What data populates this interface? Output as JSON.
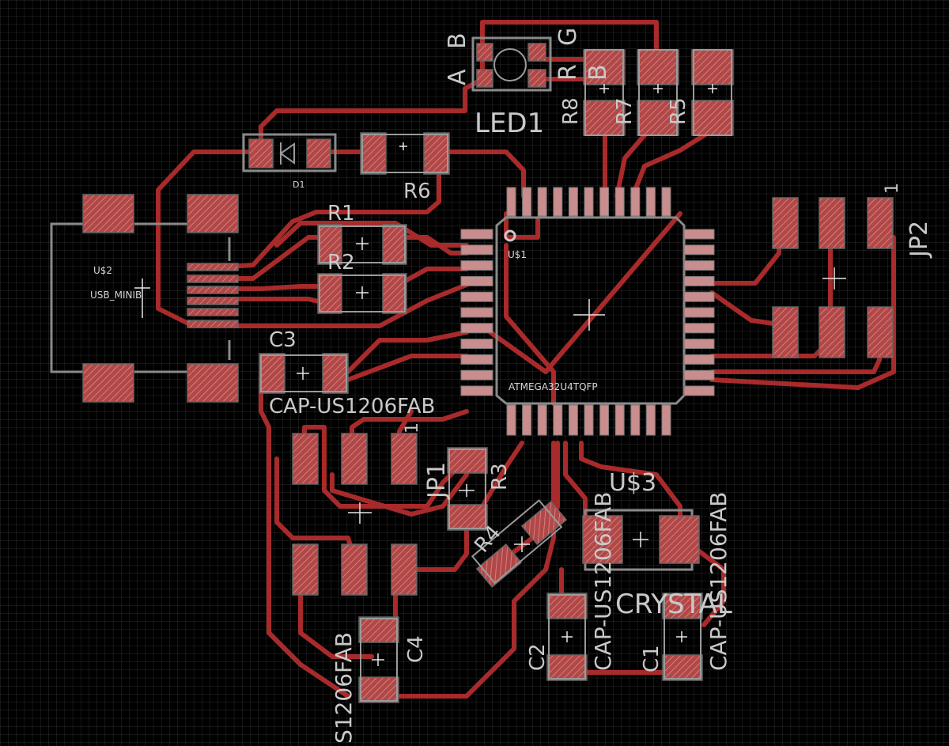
{
  "theme": {
    "background": "#000000",
    "grid_color": "#2c2c2c",
    "trace_color": "#a82a2a",
    "pad_color": "#c45a5a",
    "silk_color": "#c9c9c9"
  },
  "labels": {
    "a": "A",
    "b": "B",
    "r": "R",
    "g": "G",
    "led1": "LED1",
    "r8": "R8",
    "r7": "R7",
    "r5": "R5",
    "d1": "D1",
    "r6": "R6",
    "r1": "R1",
    "r2": "R2",
    "us1": "U$1",
    "us2": "U$2",
    "usb_minib": "USB_MINIB",
    "c3": "C3",
    "cap_us1206fab": "CAP-US1206FAB",
    "atmega": "ATMEGA32U4TQFP",
    "jp2": "JP2",
    "jp2_pin1": "1",
    "jp1": "JP1",
    "jp1_pin1": "1",
    "r3": "R3",
    "r4": "R4",
    "us3": "U$3",
    "crystal": "CRYSTAL",
    "cap_right": "CAP-US1206FAB",
    "cap_mid": "CAP-US1206FAB",
    "c1": "C1",
    "c2": "C2",
    "c4": "C4",
    "cap_bottom": "S1206FAB"
  }
}
